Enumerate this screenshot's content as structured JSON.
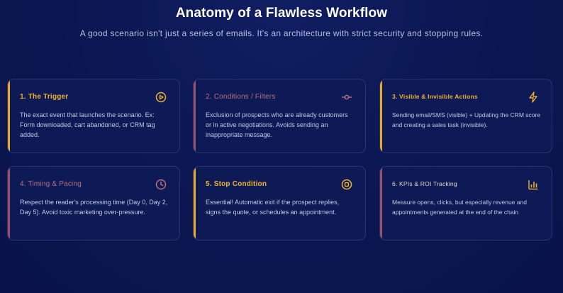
{
  "header": {
    "title": "Anatomy of a Flawless Workflow",
    "subtitle": "A good scenario isn't just a series of emails. It's an architecture with strict security and stopping rules."
  },
  "cards": [
    {
      "title": "1. The Trigger",
      "body": "The exact event that launches the scenario. Ex: Form downloaded, cart abandoned, or CRM tag added.",
      "icon": "play-circle-icon",
      "accent": "#e8a825"
    },
    {
      "title": "2. Conditions / Filters",
      "body": "Exclusion of prospects who are already customers or in active negotiations. Avoids sending an inappropriate message.",
      "icon": "commit-icon",
      "accent": "#9a4f6b"
    },
    {
      "title": "3. Visible & Invisible Actions",
      "body": "Sending email/SMS (visible) + Updating the CRM score and creating a sales task (invisible).",
      "icon": "lightning-icon",
      "accent": "#e8a825"
    },
    {
      "title": "4. Timing & Pacing",
      "body": "Respect the reader's processing time (Day 0, Day 2, Day 5). Avoid toxic marketing over-pressure.",
      "icon": "clock-icon",
      "accent": "#9a4f6b"
    },
    {
      "title": "5. Stop Condition",
      "body": "Essential! Automatic exit if the prospect replies, signs the quote, or schedules an appointment.",
      "icon": "stop-circle-icon",
      "accent": "#e8a825"
    },
    {
      "title": "6. KPIs & ROI Tracking",
      "body": "Measure opens, clicks, but especially revenue and appointments generated at the end of the chain",
      "icon": "bar-chart-icon",
      "accent": "#9a4f6b"
    }
  ]
}
